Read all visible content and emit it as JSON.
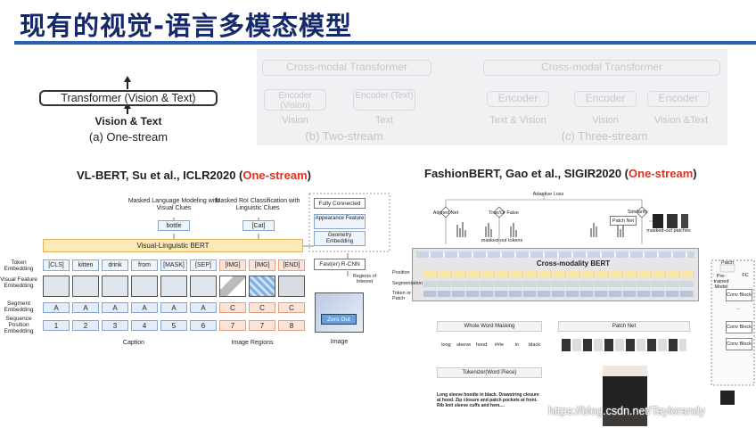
{
  "slide": {
    "title": "现有的视觉-语言多模态模型"
  },
  "top": {
    "one_stream": {
      "transformer": "Transformer (Vision & Text)",
      "inputs": "Vision & Text",
      "caption": "(a) One-stream"
    },
    "two_stream": {
      "transformer": "Cross-modal Transformer",
      "enc_vision": "Encoder (Vision)",
      "enc_text": "Encoder (Text)",
      "in_vision": "Vision",
      "in_text": "Text",
      "caption": "(b) Two-stream"
    },
    "three_stream": {
      "transformer": "Cross-modal Transformer",
      "enc1": "Encoder",
      "enc2": "Encoder",
      "enc3": "Encoder",
      "in1": "Text & Vision",
      "in2": "Vision",
      "in3": "Vision &Text",
      "caption": "(c) Three-stream"
    }
  },
  "vlbert": {
    "heading_main": "VL-BERT, Su et al., ICLR2020 (",
    "heading_red": "One-stream",
    "heading_end": ")",
    "mlm": "Masked Language Modeling with Visual Clues",
    "mrc": "Masked RoI Classification with Linguistic Clues",
    "bottle": "bottle",
    "cat": "[Cat]",
    "bert": "Visual-Linguistic BERT",
    "fc": "Fully Connected",
    "app": "Appearance Feature",
    "geo": "Geometry Embedding",
    "rcnn": "Fast(er) R-CNN",
    "roi": "Regions of Interest",
    "zero": "Zero Out",
    "rows": [
      "Token Embedding",
      "Visual Feature Embedding",
      "Segment Embedding",
      "Sequence Position Embedding"
    ],
    "tokens": [
      "[CLS]",
      "kitten",
      "drink",
      "from",
      "[MASK]",
      "[SEP]",
      "[IMG]",
      "[IMG]",
      "[END]"
    ],
    "segments": [
      "A",
      "A",
      "A",
      "A",
      "A",
      "A",
      "C",
      "C",
      "C"
    ],
    "positions": [
      "1",
      "2",
      "3",
      "4",
      "5",
      "6",
      "7",
      "7",
      "8"
    ],
    "caption_lbl": "Caption",
    "regions_lbl": "Image Regions",
    "image_lbl": "Image"
  },
  "fashionbert": {
    "heading_main": "FashionBERT, Gao et al., SIGIR2020 (",
    "heading_red": "One-stream",
    "heading_end": ")",
    "adaptive": "Adaptive Loss",
    "aligned": "Aligned Net",
    "truefalse": "True/Or False",
    "similarity": "Similarity",
    "patchnet_top": "Patch Net",
    "masked_tokens": "masked-out tokens",
    "masked_patches": "masked-out patches",
    "cm_bert": "Cross-modality BERT",
    "position": "Position",
    "segmentation": "Segmentation",
    "token_patch": "Token or Patch",
    "wwm": "Whole Word Masking",
    "patchnet": "Patch Net",
    "tokenizer": "Tokenizer(Word Piece)",
    "desc": "Long sleeve hoodie in black. Drawstring closure at hood. Zip closure and patch pockets at front. Rib knit sleeve cuffs and hem....",
    "pretrained": "Pre-trained Model",
    "patch": "Patch",
    "conv_block": "Conv Block",
    "fc": "FC",
    "ellipsis": "...",
    "wordpieces": [
      "long",
      "sleeve",
      "hood",
      "##ie",
      "in",
      "black"
    ]
  },
  "watermark": "https://blog.csdn.net/Taylorandy"
}
